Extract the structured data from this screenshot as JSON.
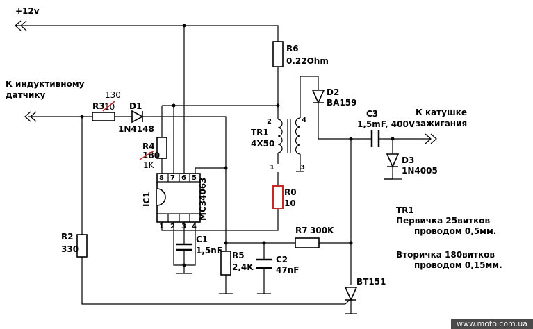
{
  "supply": {
    "label": "+12v"
  },
  "inputs": {
    "sensor_label_line1": "К индуктивному",
    "sensor_label_line2": "датчику"
  },
  "output": {
    "coil_label_line1": "К катушке",
    "coil_label_line2": "зажигания"
  },
  "ic": {
    "ref": "IC1",
    "part": "MC34063",
    "pins": [
      "1",
      "2",
      "3",
      "4",
      "5",
      "6",
      "7",
      "8"
    ]
  },
  "components": {
    "R6": {
      "ref": "R6",
      "value": "0.22Ohm"
    },
    "R3": {
      "ref": "R3",
      "value_old": "10",
      "value_new": "130"
    },
    "D1": {
      "ref": "D1",
      "value": "1N4148"
    },
    "R4": {
      "ref": "R4",
      "value_old": "180",
      "value_new": "1K"
    },
    "TR1": {
      "ref": "TR1",
      "value": "4X50",
      "pins": [
        "1",
        "2",
        "3",
        "4"
      ]
    },
    "R0": {
      "ref": "R0",
      "value": "10"
    },
    "D2": {
      "ref": "D2",
      "value": "BA159"
    },
    "C3": {
      "ref": "C3",
      "value": "1,5mF, 400V"
    },
    "D3": {
      "ref": "D3",
      "value": "1N4005"
    },
    "R2": {
      "ref": "R2",
      "value": "330"
    },
    "C1": {
      "ref": "C1",
      "value": "1,5nF"
    },
    "R5": {
      "ref": "R5",
      "value": "2,4K"
    },
    "C2": {
      "ref": "C2",
      "value": "47nF"
    },
    "R7": {
      "ref": "R7",
      "value": "300K"
    },
    "BT151": {
      "ref": "BT151"
    }
  },
  "notes": {
    "title": "TR1",
    "primary_line1": "Первичка 25витков",
    "primary_line2": "проводом 0,5мм.",
    "secondary_line1": "Вторичка 180витков",
    "secondary_line2": "проводом 0,15мм."
  },
  "watermark": "www.moto.com.ua",
  "colors": {
    "wire": "#000000",
    "correction": "#c62828",
    "r0_outline": "#c62828"
  }
}
